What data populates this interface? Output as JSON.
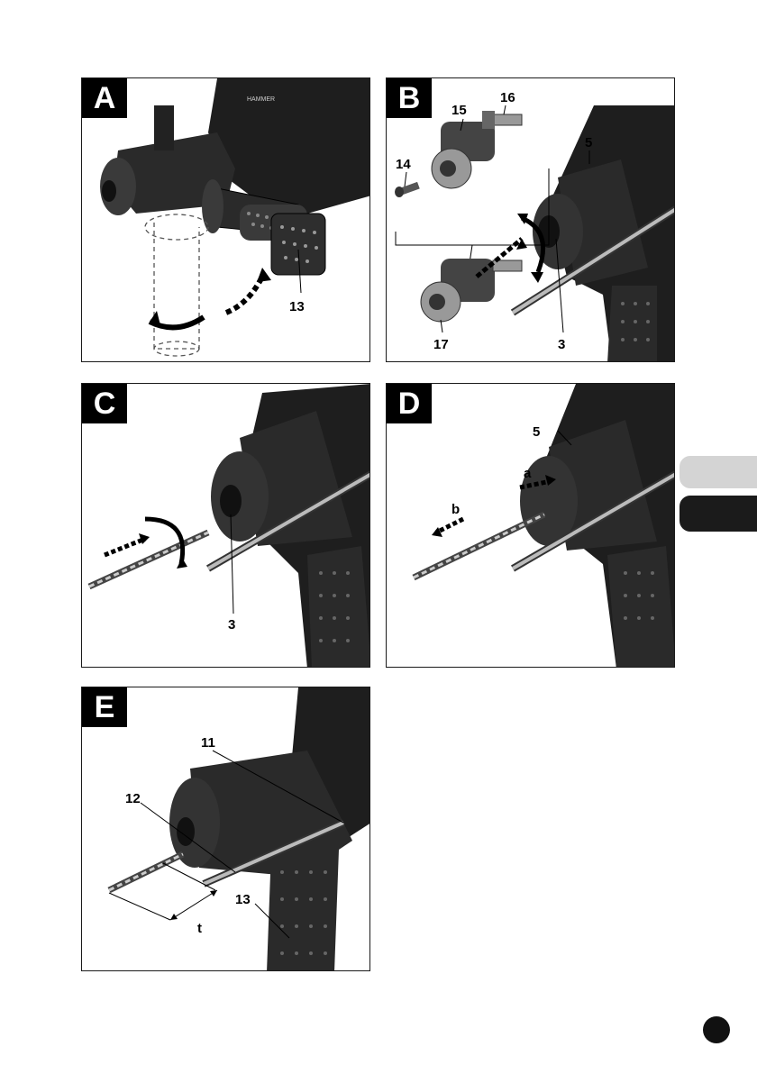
{
  "panels": [
    {
      "id": "A",
      "label": "A",
      "callouts": [
        "13"
      ],
      "brand": "HAMMER"
    },
    {
      "id": "B",
      "label": "B",
      "callouts": [
        "15",
        "16",
        "14",
        "5",
        "17",
        "3"
      ]
    },
    {
      "id": "C",
      "label": "C",
      "callouts": [
        "3"
      ]
    },
    {
      "id": "D",
      "label": "D",
      "callouts": [
        "5",
        "a",
        "b"
      ]
    },
    {
      "id": "E",
      "label": "E",
      "callouts": [
        "11",
        "12",
        "13",
        "t"
      ]
    }
  ],
  "side_tabs": {
    "light": "",
    "dark": ""
  },
  "page_number": "",
  "colors": {
    "ink": "#000000",
    "body": "#1b1b1b",
    "grip": "#2a2a2a",
    "tab_light": "#d4d4d4",
    "tab_dark": "#1b1b1b"
  }
}
